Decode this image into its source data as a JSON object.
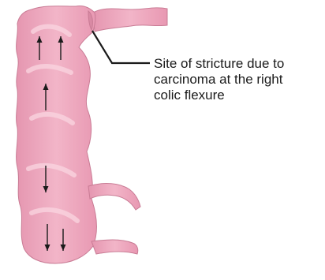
{
  "annotation": {
    "lines": [
      "Site of stricture due to",
      "carcinoma at the right",
      "colic flexure"
    ]
  },
  "colors": {
    "colon_fill": "#eea6bd",
    "colon_highlight": "#f7cfdb",
    "colon_outline": "#c97c95",
    "arrow": "#1a1a1a",
    "leader_line": "#1a1a1a"
  },
  "arrows": [
    {
      "direction": "up"
    },
    {
      "direction": "up"
    },
    {
      "direction": "up"
    },
    {
      "direction": "down"
    },
    {
      "direction": "down"
    },
    {
      "direction": "down"
    }
  ]
}
